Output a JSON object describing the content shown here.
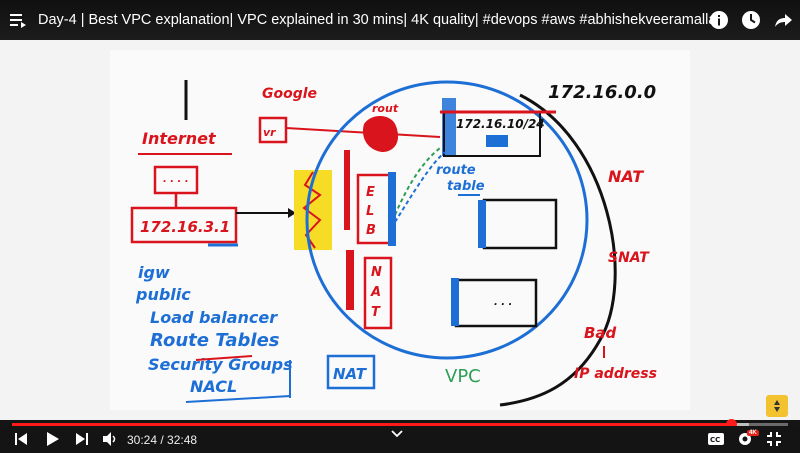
{
  "window": {
    "title": "Day-4 | Best VPC explanation| VPC explained in 30 mins| 4K quality| #devops #aws #abhishekveeramalla"
  },
  "player": {
    "current_time": "30:24",
    "duration": "32:48",
    "time_display": "30:24 / 32:48",
    "progress_fraction": 0.927,
    "buffer_fraction": 0.95,
    "quality_badge": "4K"
  },
  "whiteboard": {
    "labels": {
      "cidr_top": "172.16.0.0",
      "google": "Google",
      "internet": "Internet",
      "route": "rout",
      "subnet": "172.16.10/24",
      "route_table": "route table",
      "nat_right": "NAT",
      "snat": "SNAT",
      "public_ip": "172.16.3.1",
      "elb": "ELB",
      "nat_box": "NAT",
      "igw": "igw",
      "public": "public",
      "load_balancer": "Load balancer",
      "route_tables": "Route Tables",
      "security_groups": "Security Groups",
      "nacl": "NACL",
      "nat_blue": "NAT",
      "vpc": "VPC",
      "bad": "Bad",
      "ip_address": "IP address"
    }
  },
  "icons": [
    "queue-icon",
    "info-icon",
    "watch-later-icon",
    "share-icon",
    "skip-back-icon",
    "play-icon",
    "skip-next-icon",
    "volume-icon",
    "chevron-down-icon",
    "captions-icon",
    "settings-icon",
    "exit-fullscreen-icon"
  ],
  "colors": {
    "accent": "#ff1a1a",
    "marker_red": "#d9141c",
    "marker_blue": "#1d6fd6",
    "marker_green": "#2e9e55",
    "highlight_yellow": "#f7dc26"
  }
}
